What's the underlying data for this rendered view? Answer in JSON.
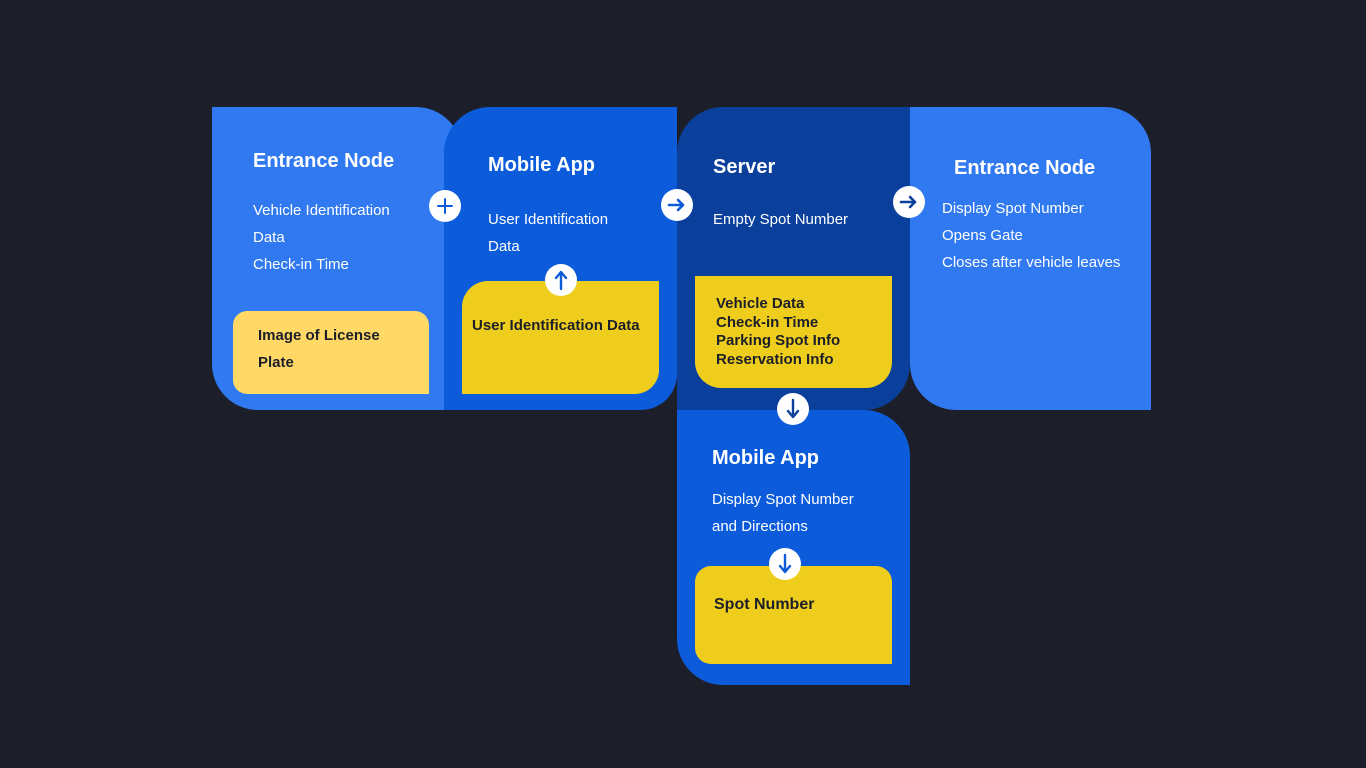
{
  "colors": {
    "background": "#1c1f29",
    "light_blue": "#3079f0",
    "mid_blue": "#0b5bdb",
    "dark_blue": "#0a3f9c",
    "yellow": "#eecd1c",
    "pale_yellow": "#ffd866",
    "connector": "#ffffff"
  },
  "panels": {
    "entrance_in": {
      "title": "Entrance Node",
      "lines": [
        "Vehicle Identification",
        "Data",
        "Check-in Time"
      ],
      "note": [
        "Image of License",
        "Plate"
      ]
    },
    "mobile_in": {
      "title": "Mobile App",
      "lines": [
        "User Identification",
        "Data"
      ],
      "note": [
        "User Identification Data"
      ]
    },
    "server": {
      "title": "Server",
      "lines": [
        "Empty Spot Number"
      ],
      "note": [
        "Vehicle Data",
        "Check-in Time",
        "Parking Spot Info",
        "Reservation Info"
      ]
    },
    "entrance_out": {
      "title": "Entrance Node",
      "lines": [
        "Display Spot Number",
        "Opens Gate",
        "Closes after vehicle leaves"
      ]
    },
    "mobile_out": {
      "title": "Mobile App",
      "lines": [
        "Display Spot Number",
        "and Directions"
      ],
      "note": [
        "Spot Number"
      ]
    }
  },
  "connectors": [
    "plus-icon",
    "arrow-right-icon",
    "arrow-right-icon",
    "arrow-up-icon",
    "arrow-down-icon",
    "arrow-down-icon"
  ]
}
